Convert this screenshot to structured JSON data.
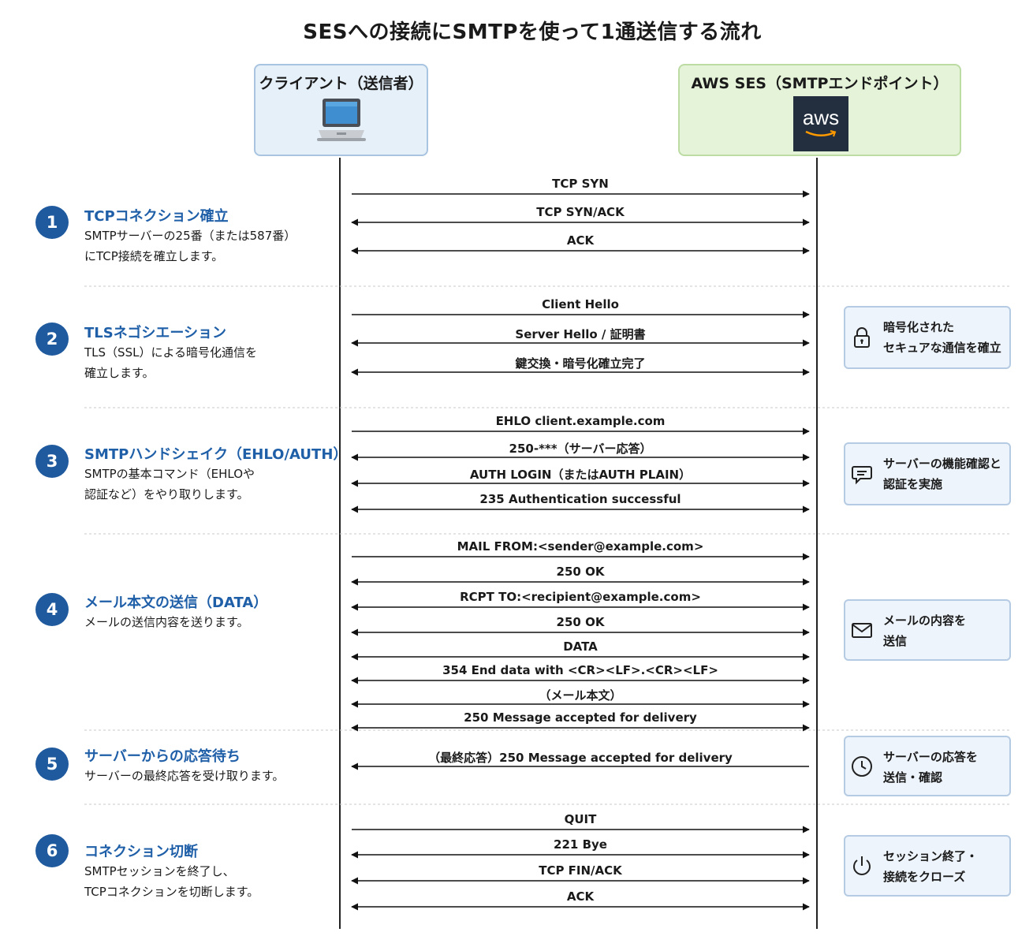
{
  "title": "SESへの接続にSMTPを使って1通送信する流れ",
  "client": {
    "name": "クライアント（送信者）",
    "icon": "laptop-icon"
  },
  "server": {
    "name": "AWS SES（SMTPエンドポイント）",
    "logo_text": "aws",
    "icon": "aws-logo-icon"
  },
  "colors": {
    "step_badge": "#1f5a9e",
    "step_title": "#1f5fa8",
    "client_box": "#e6f0f9",
    "server_box": "#e5f3d9",
    "note_box": "#eef4fb",
    "aws_logo_bg": "#232f3e"
  },
  "steps": [
    {
      "num": "1",
      "title": "TCPコネクション確立",
      "desc": [
        "SMTPサーバーの25番（または587番）",
        "にTCP接続を確立します。"
      ]
    },
    {
      "num": "2",
      "title": "TLSネゴシエーション",
      "desc": [
        "TLS（SSL）による暗号化通信を",
        "確立します。"
      ]
    },
    {
      "num": "3",
      "title": "SMTPハンドシェイク（EHLO/AUTH）",
      "desc": [
        "SMTPの基本コマンド（EHLOや",
        "認証など）をやり取りします。"
      ]
    },
    {
      "num": "4",
      "title": "メール本文の送信（DATA）",
      "desc": [
        "メールの送信内容を送ります。"
      ]
    },
    {
      "num": "5",
      "title": "サーバーからの応答待ち",
      "desc": [
        "サーバーの最終応答を受け取ります。"
      ]
    },
    {
      "num": "6",
      "title": "コネクション切断",
      "desc": [
        "SMTPセッションを終了し、",
        "TCPコネクションを切断します。"
      ]
    }
  ],
  "messages": [
    {
      "label": "TCP SYN",
      "dir": "right"
    },
    {
      "label": "TCP SYN/ACK",
      "dir": "both"
    },
    {
      "label": "ACK",
      "dir": "both"
    },
    {
      "label": "Client Hello",
      "dir": "right"
    },
    {
      "label": "Server Hello / 証明書",
      "dir": "both"
    },
    {
      "label": "鍵交換・暗号化確立完了",
      "dir": "both"
    },
    {
      "label": "EHLO client.example.com",
      "dir": "right"
    },
    {
      "label": "250-***（サーバー応答）",
      "dir": "both"
    },
    {
      "label": "AUTH LOGIN（またはAUTH PLAIN）",
      "dir": "both"
    },
    {
      "label": "235 Authentication successful",
      "dir": "both"
    },
    {
      "label": "MAIL FROM:<sender@example.com>",
      "dir": "right"
    },
    {
      "label": "250 OK",
      "dir": "both"
    },
    {
      "label": "RCPT TO:<recipient@example.com>",
      "dir": "both"
    },
    {
      "label": "250 OK",
      "dir": "both"
    },
    {
      "label": "DATA",
      "dir": "both"
    },
    {
      "label": "354 End data with <CR><LF>.<CR><LF>",
      "dir": "both"
    },
    {
      "label": "（メール本文）",
      "dir": "both"
    },
    {
      "label": "250 Message accepted for delivery",
      "dir": "both"
    },
    {
      "label": "（最終応答）250 Message accepted for delivery",
      "dir": "left"
    },
    {
      "label": "QUIT",
      "dir": "right"
    },
    {
      "label": "221 Bye",
      "dir": "both"
    },
    {
      "label": "TCP FIN/ACK",
      "dir": "both"
    },
    {
      "label": "ACK",
      "dir": "both"
    }
  ],
  "notes": [
    {
      "icon": "lock-icon",
      "lines": [
        "暗号化された",
        "セキュアな通信を確立"
      ]
    },
    {
      "icon": "chat-icon",
      "lines": [
        "サーバーの機能確認と",
        "認証を実施"
      ]
    },
    {
      "icon": "mail-icon",
      "lines": [
        "メールの内容を",
        "送信"
      ]
    },
    {
      "icon": "clock-icon",
      "lines": [
        "サーバーの応答を",
        "送信・確認"
      ]
    },
    {
      "icon": "power-icon",
      "lines": [
        "セッション終了・",
        "接続をクローズ"
      ]
    }
  ]
}
